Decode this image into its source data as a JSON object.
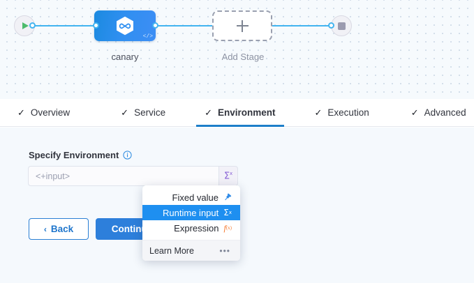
{
  "canvas": {
    "start_node": {
      "icon": "play-icon",
      "name": "start"
    },
    "end_node": {
      "icon": "stop-icon",
      "name": "end"
    },
    "stage": {
      "label": "canary",
      "icon": "harness-hexagon-icon",
      "code_icon": "</>"
    },
    "add_stage": {
      "label": "Add Stage",
      "icon": "plus-icon"
    }
  },
  "tabs": [
    {
      "label": "Overview",
      "check": "✓",
      "active": false
    },
    {
      "label": "Service",
      "check": "✓",
      "active": false
    },
    {
      "label": "Environment",
      "check": "✓",
      "active": true
    },
    {
      "label": "Execution",
      "check": "✓",
      "active": false
    },
    {
      "label": "Advanced",
      "check": "✓",
      "active": false
    }
  ],
  "form": {
    "field_label": "Specify Environment",
    "info_icon": "info-icon",
    "input_value": "<+input>",
    "input_placeholder": "<+input>",
    "sigma_button_glyph": "Σ",
    "sigma_button_sup": "x"
  },
  "footer": {
    "back_label": "Back",
    "back_chevron": "‹",
    "continue_label": "Continue"
  },
  "dropdown": {
    "items": [
      {
        "label": "Fixed value",
        "icon": "pin-icon",
        "glyph": "📌",
        "selected": false
      },
      {
        "label": "Runtime input",
        "icon": "sigma-x-icon",
        "glyph": "Σ",
        "sup": "x",
        "selected": true
      },
      {
        "label": "Expression",
        "icon": "fx-icon",
        "glyph": "f",
        "sub": "(x)",
        "selected": false
      }
    ],
    "footer_label": "Learn More",
    "footer_icon": "ellipsis-icon",
    "footer_glyph": "•••"
  },
  "colors": {
    "accent_blue": "#2d7fdb",
    "wire_blue": "#42b4f0",
    "selected_blue": "#1e8ff0",
    "node_blue": "#2f8ff0",
    "sigma_purple": "#8a62d6",
    "fx_orange": "#f4762a",
    "play_green": "#4dbb6c",
    "canvas_bg": "#f6fafd",
    "panel_bg": "#f5f9fd"
  }
}
